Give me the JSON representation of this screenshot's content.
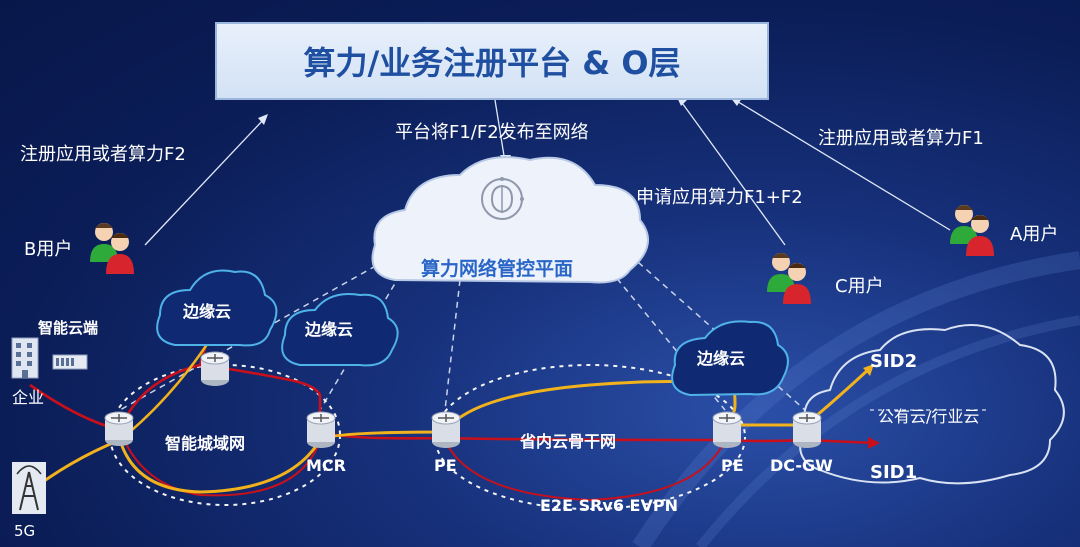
{
  "title": "算力/业务注册平台 & O层",
  "control_plane": "算力网络管控平面",
  "edge_cloud": "边缘云",
  "public_cloud": "公有云/行业云",
  "labels": {
    "register_f2": "注册应用或者算力F2",
    "register_f1": "注册应用或者算力F1",
    "publish": "平台将F1/F2发布至网络",
    "apply": "申请应用算力F1+F2",
    "user_b": "B用户",
    "user_a": "A用户",
    "user_c": "C用户",
    "smart_cloud_end": "智能云端",
    "enterprise": "企业",
    "five_g": "5G",
    "metro": "智能城域网",
    "backbone": "省内云骨干网",
    "mcr": "MCR",
    "pe1": "PE",
    "pe2": "PE",
    "dcgw": "DC-GW",
    "e2e": "E2E  SRv6 EVPN",
    "sid1": "SID1",
    "sid2": "SID2"
  },
  "colors": {
    "background": "#0b1d57",
    "title_text": "#1e4fa0",
    "yellow_path": "#f2b21c",
    "red_path": "#c8101c",
    "control_text": "#2a66c8"
  }
}
